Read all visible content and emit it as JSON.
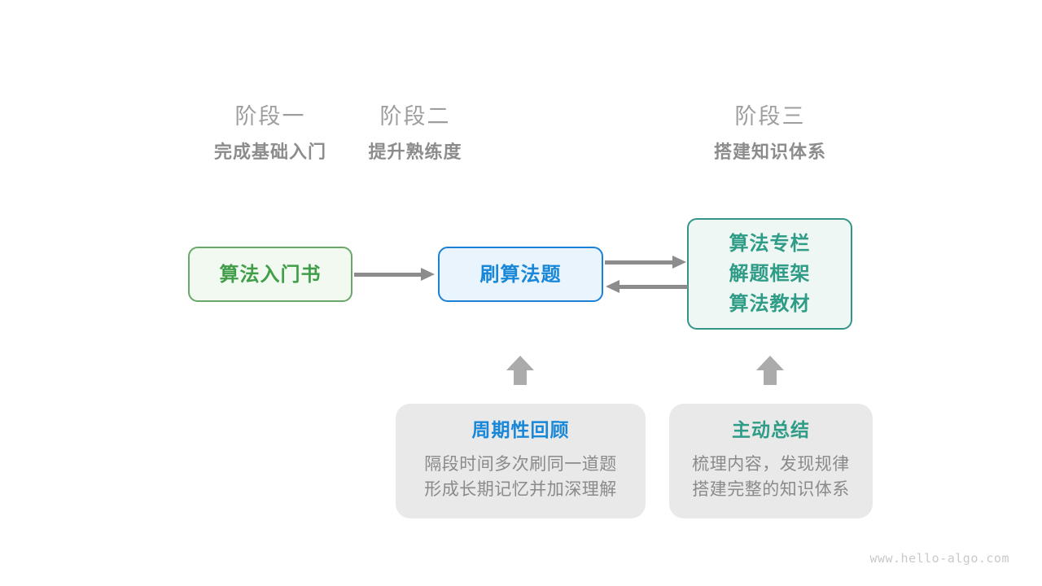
{
  "stages": [
    {
      "label": "阶段一",
      "subtitle": "完成基础入门"
    },
    {
      "label": "阶段二",
      "subtitle": "提升熟练度"
    },
    {
      "label": "阶段三",
      "subtitle": "搭建知识体系"
    }
  ],
  "nodes": [
    {
      "id": "intro-book",
      "lines": [
        "算法入门书"
      ]
    },
    {
      "id": "practice-problems",
      "lines": [
        "刷算法题"
      ]
    },
    {
      "id": "knowledge-resources",
      "lines": [
        "算法专栏",
        "解题框架",
        "算法教材"
      ]
    }
  ],
  "notes": [
    {
      "id": "periodic-review",
      "title": "周期性回顾",
      "lines": [
        "隔段时间多次刷同一道题",
        "形成长期记忆并加深理解"
      ]
    },
    {
      "id": "active-summary",
      "title": "主动总结",
      "lines": [
        "梳理内容，发现规律",
        "搭建完整的知识体系"
      ]
    }
  ],
  "watermark": "www.hello-algo.com",
  "colors": {
    "stage_label": "#9E9E9E",
    "stage_subtitle": "#8C8C8C",
    "green_border": "#69A769",
    "green_fill": "#F2F9F1",
    "green_text": "#3F9E47",
    "blue_border": "#1B80D6",
    "blue_fill": "#EAF4FD",
    "blue_text": "#1887D8",
    "teal_border": "#35948A",
    "teal_fill": "#EEF7F3",
    "teal_text": "#2E9C86",
    "connector": "#8C8C8C",
    "up_arrow": "#ABABAB",
    "note_bg": "#E9E9E9",
    "note_text": "#8A8A8A",
    "watermark": "#C9C9C9"
  }
}
